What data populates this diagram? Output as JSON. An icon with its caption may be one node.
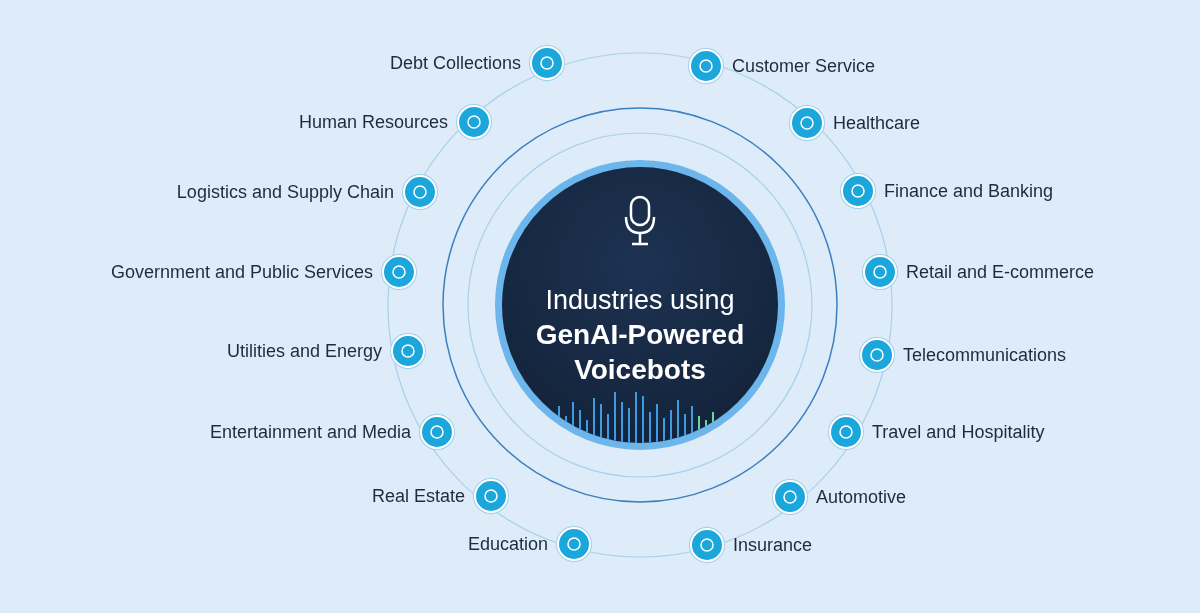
{
  "diagram": {
    "nodes": [
      {
        "text": [
          "Industries using",
          "GenAI-Powered Voicebots"
        ]
      },
      {
        "text": [],
        "shape": "circle",
        "beside": [
          "Debt Collections"
        ]
      },
      {
        "text": [],
        "shape": "circle",
        "beside": [
          "Human Resources"
        ]
      },
      {
        "text": [],
        "shape": "circle",
        "beside": [
          "Logistics and Supply Chain"
        ]
      },
      {
        "text": [],
        "shape": "circle",
        "beside": [
          "Government and Public Services"
        ]
      },
      {
        "text": [],
        "shape": "circle",
        "beside": [
          "Utilities and Energy"
        ]
      },
      {
        "text": [],
        "shape": "circle",
        "beside": [
          "Entertainment and Media"
        ]
      },
      {
        "text": [],
        "shape": "circle",
        "beside": [
          "Real Estate"
        ]
      },
      {
        "text": [],
        "shape": "circle",
        "beside": [
          "Education"
        ]
      },
      {
        "text": [],
        "shape": "circle",
        "beside": [
          "Customer Service"
        ]
      },
      {
        "text": [],
        "shape": "circle",
        "beside": [
          "Healthcare"
        ]
      },
      {
        "text": [],
        "shape": "circle",
        "beside": [
          "Finance and Banking"
        ]
      },
      {
        "text": [],
        "shape": "circle",
        "beside": [
          "Retail and E-commerce"
        ]
      },
      {
        "text": [],
        "shape": "circle",
        "beside": [
          "Telecommunications"
        ]
      },
      {
        "text": [],
        "shape": "circle",
        "beside": [
          "Travel and Hospitality"
        ]
      },
      {
        "text": [],
        "shape": "circle",
        "beside": [
          "Automotive"
        ]
      },
      {
        "text": [],
        "shape": "circle",
        "beside": [
          "Insurance"
        ]
      }
    ],
    "edges": []
  }
}
